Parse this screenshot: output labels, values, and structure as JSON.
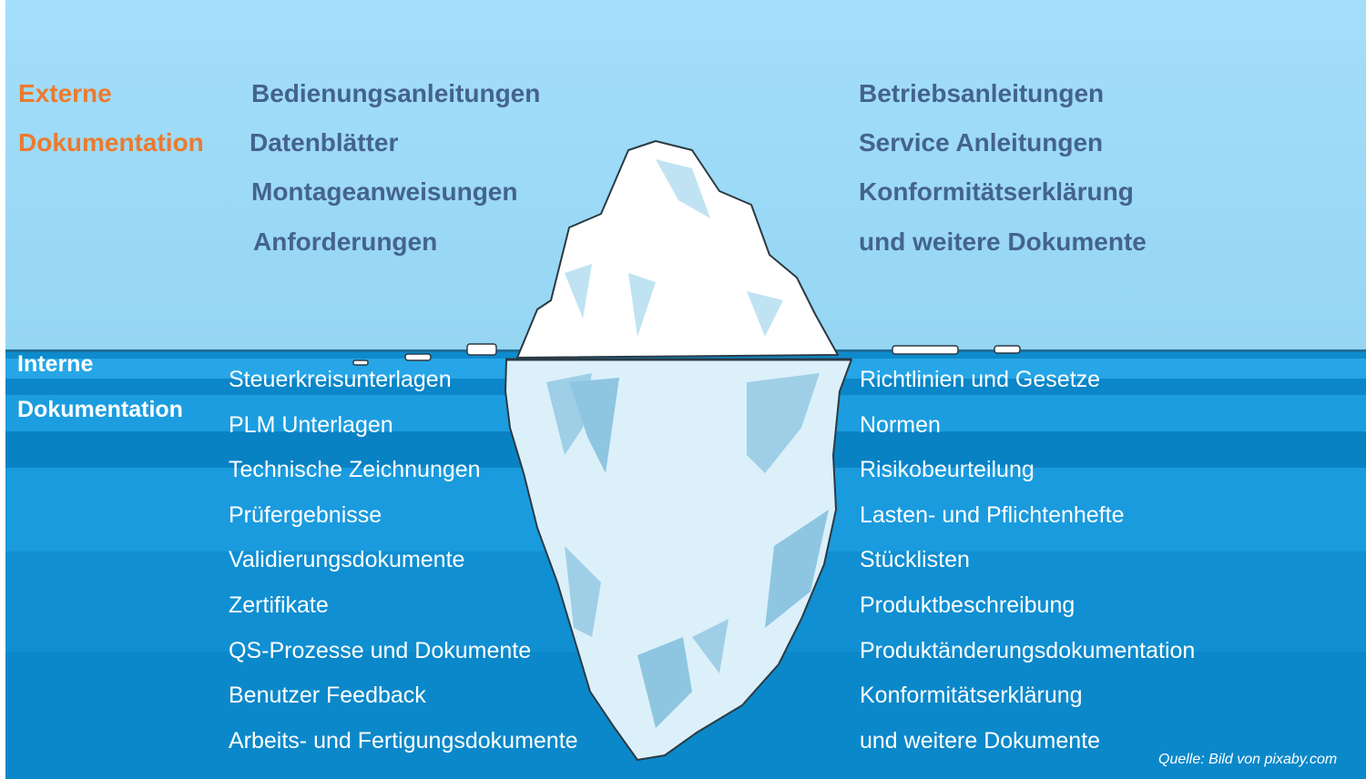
{
  "external": {
    "label_line1": "Externe",
    "label_line2": "Dokumentation",
    "left": [
      "Bedienungsanleitungen",
      "Datenblätter",
      "Montageanweisungen",
      "Anforderungen"
    ],
    "right": [
      "Betriebsanleitungen",
      "Service Anleitungen",
      "Konformitätserklärung",
      "und weitere Dokumente"
    ]
  },
  "internal": {
    "label_line1": "Interne",
    "label_line2": "Dokumentation",
    "left": [
      "Steuerkreisunterlagen",
      "PLM Unterlagen",
      "Technische Zeichnungen",
      "Prüfergebnisse",
      "Validierungsdokumente",
      "Zertifikate",
      "QS-Prozesse und Dokumente",
      "Benutzer Feedback",
      "Arbeits- und Fertigungsdokumente"
    ],
    "right": [
      "Richtlinien und Gesetze",
      "Normen",
      "Risikobeurteilung",
      "Lasten- und Pflichtenhefte",
      "Stücklisten",
      "Produktbeschreibung",
      "Produktänderungsdokumentation",
      "Konformitätserklärung",
      "und weitere Dokumente"
    ]
  },
  "source": "Quelle: Bild von pixaby.com",
  "colors": {
    "external_label": "#ec7a30",
    "external_items": "#44638f",
    "internal_text": "#ffffff"
  }
}
